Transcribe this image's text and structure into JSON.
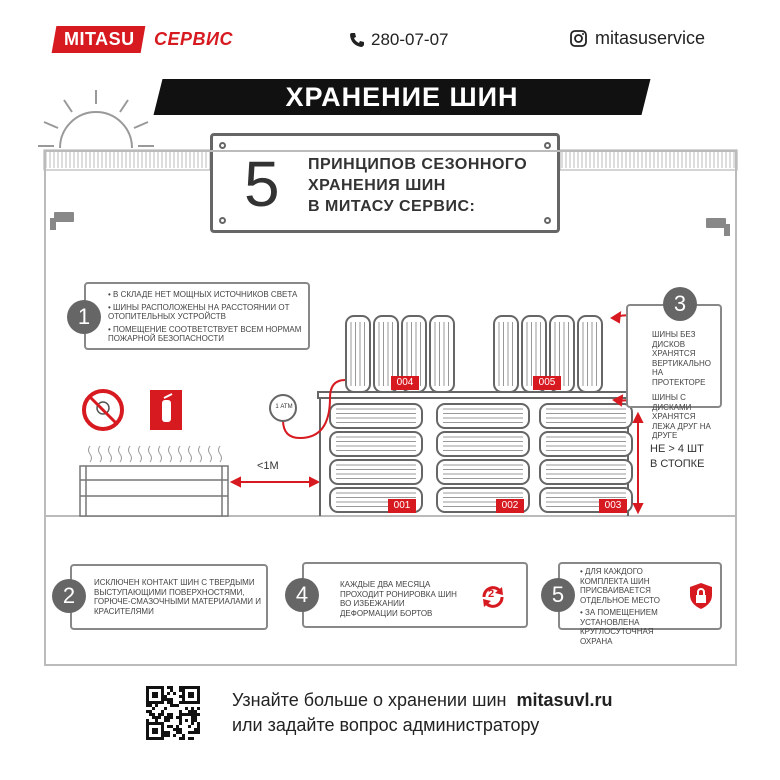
{
  "header": {
    "logo_brand": "MITASU",
    "logo_service": "СЕРВИС",
    "phone": "280-07-07",
    "instagram": "mitasuservice"
  },
  "title": "ХРАНЕНИЕ ШИН",
  "intro": {
    "number": "5",
    "line1": "ПРИНЦИПОВ СЕЗОННОГО",
    "line2": "ХРАНЕНИЯ ШИН",
    "line3": "В МИТАСУ СЕРВИС:"
  },
  "principles": [
    {
      "number": "1",
      "items": [
        "• В СКЛАДЕ НЕТ МОЩНЫХ ИСТОЧНИКОВ СВЕТА",
        "• ШИНЫ РАСПОЛОЖЕНЫ НА РАССТОЯНИИ ОТ ОТОПИТЕЛЬНЫХ УСТРОЙСТВ",
        "• ПОМЕЩЕНИЕ СООТВЕТСТВУЕТ ВСЕМ НОРМАМ ПОЖАРНОЙ БЕЗОПАСНОСТИ"
      ]
    },
    {
      "number": "2",
      "text": "ИСКЛЮЧЕН КОНТАКТ ШИН С ТВЕРДЫМИ ВЫСТУПАЮЩИМИ ПОВЕРХНОСТЯМИ, ГОРЮЧЕ-СМАЗОЧНЫМИ МАТЕРИАЛАМИ И КРАСИТЕЛЯМИ"
    },
    {
      "number": "3",
      "text1": "ШИНЫ БЕЗ ДИСКОВ ХРАНЯТСЯ ВЕРТИКАЛЬНО НА ПРОТЕКТОРЕ",
      "text2": "ШИНЫ С ДИСКАМИ ХРАНЯТСЯ ЛЕЖА ДРУГ НА ДРУГЕ"
    },
    {
      "number": "4",
      "text": "КАЖДЫЕ ДВА МЕСЯЦА ПРОХОДИТ РОНИРОВКА ШИН ВО ИЗБЕЖАНИИ ДЕФОРМАЦИИ БОРТОВ"
    },
    {
      "number": "5",
      "items": [
        "• ДЛЯ КАЖДОГО КОМПЛЕКТА ШИН ПРИСВАИВАЕТСЯ ОТДЕЛЬНОЕ МЕСТО",
        "• ЗА ПОМЕЩЕНИЕМ УСТАНОВЛЕНА КРУГЛОСУТОЧНАЯ ОХРАНА"
      ]
    }
  ],
  "scene": {
    "distance_label": "<1M",
    "stack_label_line1": "НЕ > 4 ШТ",
    "stack_label_line2": "В СТОПКЕ",
    "gauge_label": "1 АТМ",
    "rotation_badge": "2",
    "tags": [
      "004",
      "005",
      "001",
      "002",
      "003"
    ]
  },
  "footer": {
    "line1": "Узнайте больше о хранении шин",
    "url": "mitasuvl.ru",
    "line2": "или задайте вопрос администратору"
  },
  "colors": {
    "accent": "#d71920",
    "dark": "#111111",
    "gray": "#666666"
  }
}
